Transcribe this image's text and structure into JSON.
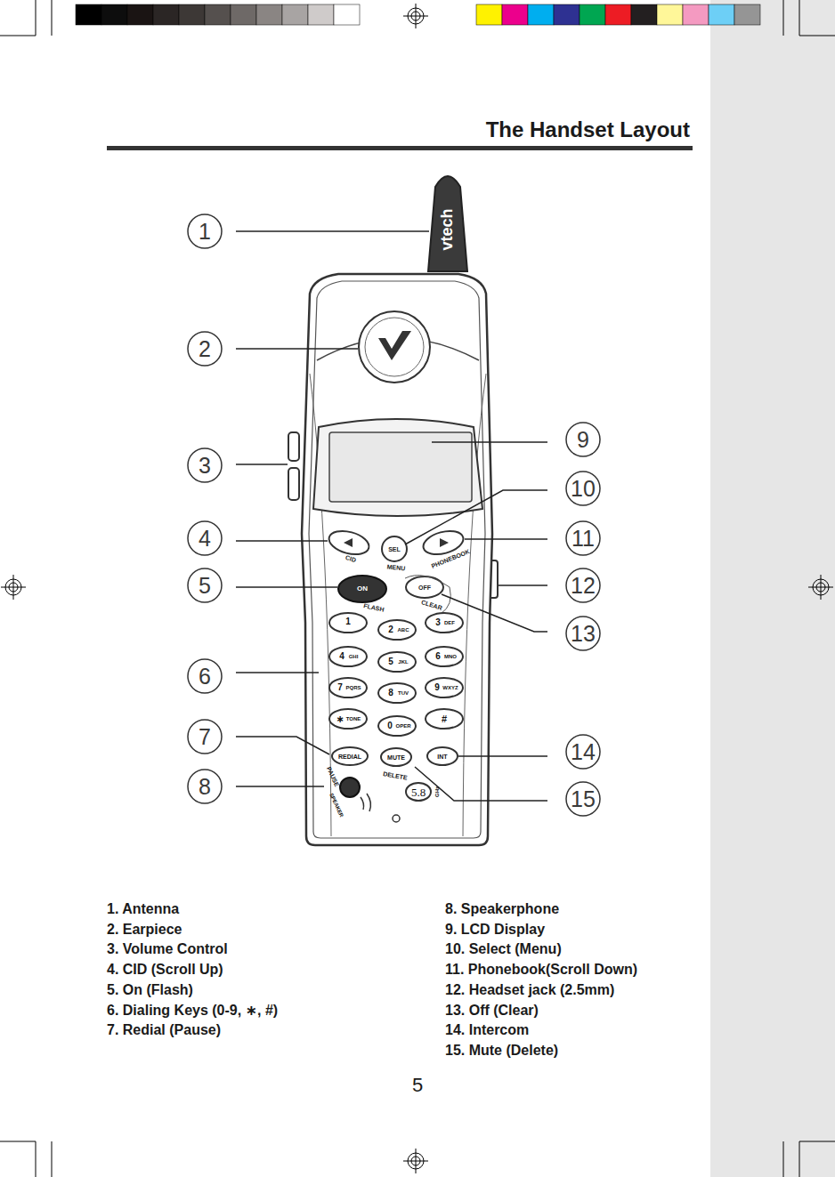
{
  "diagram": {
    "title": "The Handset Layout",
    "labels": [
      "1",
      "2",
      "3",
      "4",
      "5",
      "6",
      "7",
      "8",
      "9",
      "10",
      "11",
      "12",
      "13",
      "14",
      "15",
      "1. Antenna",
      "2. Earpiece",
      "3. Volume Control",
      "4. CID (Scroll Up)",
      "5. On (Flash)",
      "6. Dialing Keys (0-9, ∗, #)",
      "7. Redial (Pause)",
      "8. Speakerphone",
      "9. LCD Display",
      "10. Select (Menu)",
      "11. Phonebook(Scroll Down)",
      "12. Headset jack (2.5mm)",
      "13. Off (Clear)",
      "14. Intercom",
      "15. Mute (Delete)",
      "5",
      "vtech",
      "CID",
      "SEL",
      "MENU",
      "PHONEBOOK",
      "ON",
      "FLASH",
      "OFF",
      "CLEAR",
      "1",
      "2",
      "ABC",
      "3",
      "DEF",
      "4",
      "GHI",
      "5",
      "JKL",
      "6",
      "MNO",
      "7",
      "PQRS",
      "8",
      "TUV",
      "9",
      "WXYZ",
      "∗",
      "TONE",
      "0",
      "OPER",
      "#",
      "REDIAL",
      "PAUSE",
      "MUTE",
      "DELETE",
      "INT",
      "SPEAKER",
      "5.8",
      "GHz"
    ]
  }
}
